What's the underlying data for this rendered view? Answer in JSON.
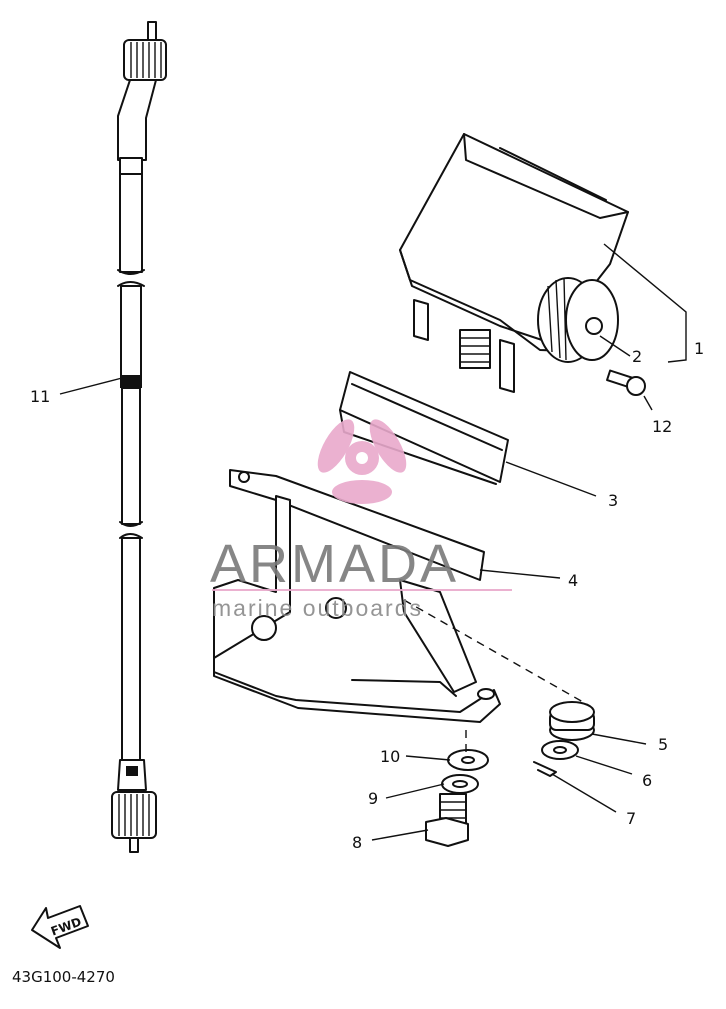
{
  "diagram": {
    "part_code": "43G100-4270",
    "direction_arrow": "FWD",
    "callouts": [
      "1",
      "2",
      "3",
      "4",
      "5",
      "6",
      "7",
      "8",
      "9",
      "10",
      "11",
      "12"
    ]
  },
  "watermark": {
    "brand": "ARMADA",
    "tagline": "marine outboards",
    "colors": {
      "pink": "#e9a9cc",
      "text": "#7a7a7a"
    }
  },
  "colors": {
    "ink": "#111111",
    "background": "#ffffff"
  }
}
